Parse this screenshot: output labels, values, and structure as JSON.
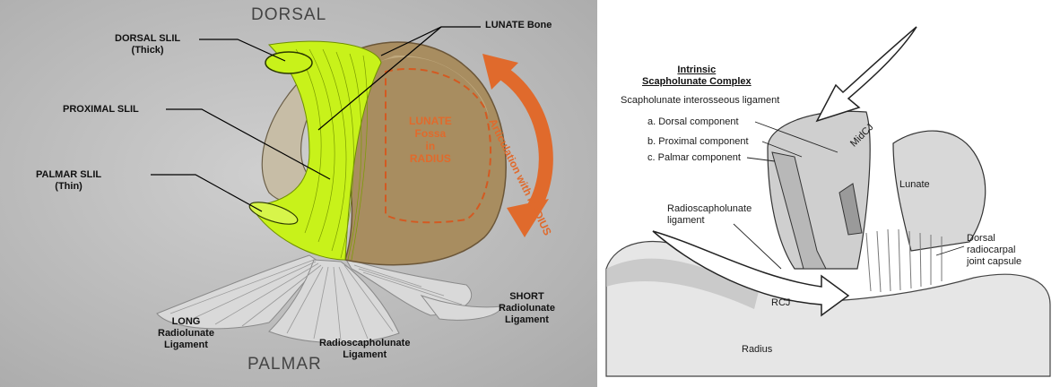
{
  "left_diagram": {
    "top_label": "DORSAL",
    "bottom_label": "PALMAR",
    "dorsal_slil": [
      "DORSAL SLIL",
      "(Thick)"
    ],
    "proximal_slil": "PROXIMAL SLIL",
    "palmar_slil": [
      "PALMAR SLIL",
      "(Thin)"
    ],
    "lunate_bone": "LUNATE Bone",
    "fossa": [
      "LUNATE",
      "Fossa",
      "in",
      "RADIUS"
    ],
    "articulation": "Articulation with RADIUS",
    "long_ligament": [
      "LONG",
      "Radiolunate",
      "Ligament"
    ],
    "rsl_ligament": [
      "Radioscapholunate",
      "Ligament"
    ],
    "short_ligament": [
      "SHORT",
      "Radiolunate",
      "Ligament"
    ],
    "colors": {
      "ligament": "#c8f21a",
      "bone": "#b89a6a",
      "accent": "#e06a2c"
    }
  },
  "right_diagram": {
    "title": [
      "Intrinsic",
      "Scapholunate Complex"
    ],
    "subtitle": "Scapholunate interosseous ligament",
    "components": [
      "a. Dorsal component",
      "b. Proximal component",
      "c. Palmar component"
    ],
    "rsl": [
      "Radioscapholunate",
      "ligament"
    ],
    "lunate": "Lunate",
    "capsule": [
      "Dorsal",
      "radiocarpal",
      "joint capsule"
    ],
    "midcj": "MidCJ",
    "rcj": "RCJ",
    "radius": "Radius"
  }
}
